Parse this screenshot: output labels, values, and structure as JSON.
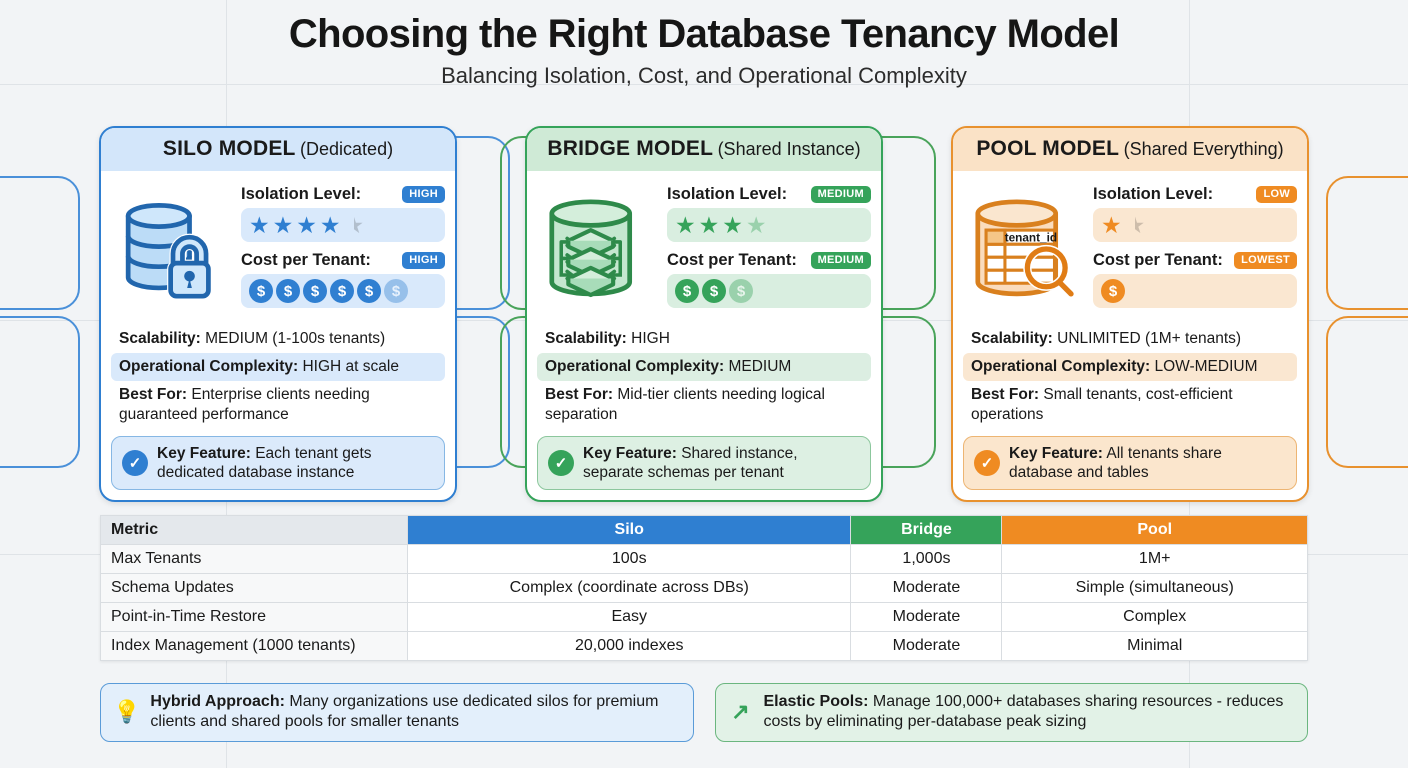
{
  "header": {
    "title": "Choosing the Right Database Tenancy Model",
    "subtitle": "Balancing Isolation, Cost, and Operational Complexity"
  },
  "colors": {
    "silo": "#2f7fd1",
    "bridge": "#35a35a",
    "pool": "#ef8b22"
  },
  "cards": [
    {
      "key": "silo",
      "name": "SILO MODEL",
      "sub": "(Dedicated)",
      "icon": "database-lock-icon",
      "isolation_label": "Isolation Level:",
      "isolation_badge": "HIGH",
      "isolation_stars_full": 4,
      "isolation_stars_half": 1,
      "isolation_stars_empty": 0,
      "cost_label": "Cost per Tenant:",
      "cost_badge": "HIGH",
      "cost_coins_full": 5,
      "cost_coins_faded": 1,
      "scalability_label": "Scalability:",
      "scalability_value": "MEDIUM (1-100s tenants)",
      "complexity_label": "Operational Complexity:",
      "complexity_value": "HIGH at scale",
      "bestfor_label": "Best For:",
      "bestfor_value": "Enterprise clients needing guaranteed performance",
      "keyfeature_label": "Key Feature:",
      "keyfeature_value": "Each tenant gets dedicated database instance"
    },
    {
      "key": "bridge",
      "name": "BRIDGE MODEL",
      "sub": "(Shared Instance)",
      "icon": "database-layers-icon",
      "isolation_label": "Isolation Level:",
      "isolation_badge": "MEDIUM",
      "isolation_stars_full": 3,
      "isolation_stars_half": 0,
      "isolation_stars_empty": 1,
      "cost_label": "Cost per Tenant:",
      "cost_badge": "MEDIUM",
      "cost_coins_full": 2,
      "cost_coins_faded": 1,
      "scalability_label": "Scalability:",
      "scalability_value": "HIGH",
      "complexity_label": "Operational Complexity:",
      "complexity_value": "MEDIUM",
      "bestfor_label": "Best For:",
      "bestfor_value": "Mid-tier clients needing logical separation",
      "keyfeature_label": "Key Feature:",
      "keyfeature_value": "Shared instance, separate schemas per tenant"
    },
    {
      "key": "pool",
      "name": "POOL MODEL",
      "sub": "(Shared Everything)",
      "icon": "database-table-search-icon",
      "icon_table_label": "tenant_id",
      "isolation_label": "Isolation Level:",
      "isolation_badge": "LOW",
      "isolation_stars_full": 1,
      "isolation_stars_half": 1,
      "isolation_stars_empty": 0,
      "cost_label": "Cost per Tenant:",
      "cost_badge": "LOWEST",
      "cost_coins_full": 1,
      "cost_coins_faded": 0,
      "scalability_label": "Scalability:",
      "scalability_value": "UNLIMITED (1M+ tenants)",
      "complexity_label": "Operational Complexity:",
      "complexity_value": "LOW-MEDIUM",
      "bestfor_label": "Best For:",
      "bestfor_value": "Small tenants, cost-efficient operations",
      "keyfeature_label": "Key Feature:",
      "keyfeature_value": "All tenants share database and tables"
    }
  ],
  "table": {
    "headers": [
      "Metric",
      "Silo",
      "Bridge",
      "Pool"
    ],
    "rows": [
      {
        "metric": "Max Tenants",
        "silo": "100s",
        "bridge": "1,000s",
        "pool": "1M+"
      },
      {
        "metric": "Schema Updates",
        "silo": "Complex (coordinate across DBs)",
        "bridge": "Moderate",
        "pool": "Simple (simultaneous)"
      },
      {
        "metric": "Point-in-Time Restore",
        "silo": "Easy",
        "bridge": "Moderate",
        "pool": "Complex"
      },
      {
        "metric": "Index Management (1000 tenants)",
        "silo": "20,000 indexes",
        "bridge": "Moderate",
        "pool": "Minimal"
      }
    ]
  },
  "callouts": [
    {
      "icon": "lightbulb-icon",
      "glyph": "💡",
      "label": "Hybrid Approach:",
      "text": "Many organizations use dedicated silos for premium clients and shared pools for smaller tenants"
    },
    {
      "icon": "trending-up-arrow-icon",
      "glyph": "↗",
      "label": "Elastic Pools:",
      "text": "Manage 100,000+ databases sharing resources - reduces costs by eliminating per-database peak sizing"
    }
  ]
}
